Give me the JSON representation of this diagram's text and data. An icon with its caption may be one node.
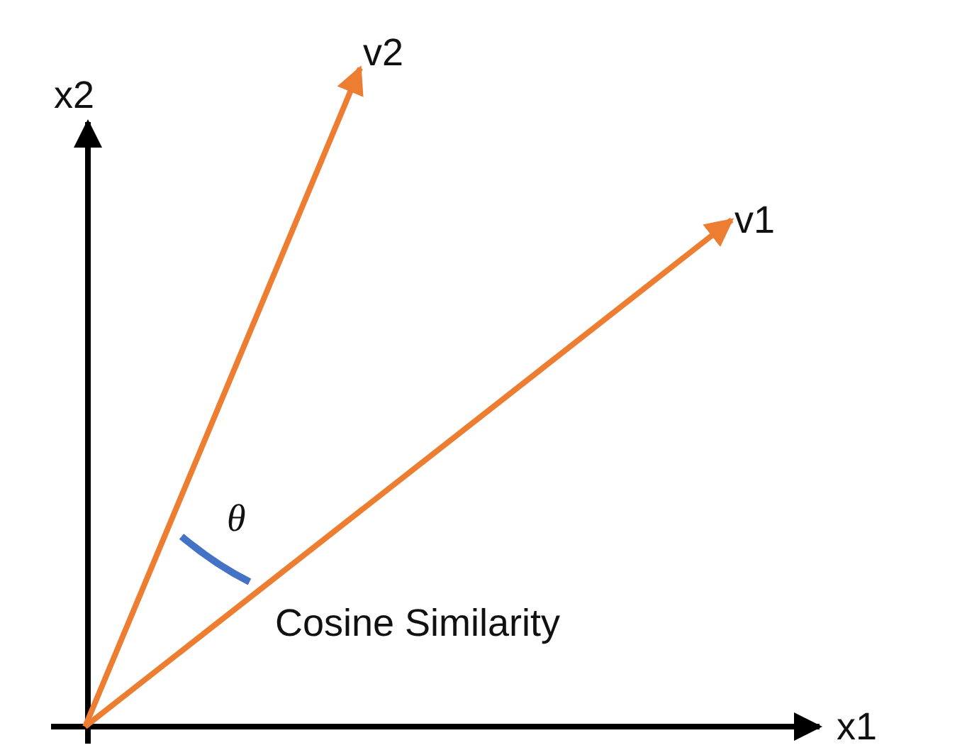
{
  "diagram": {
    "nodes": [
      {
        "text": [
          "v2"
        ]
      },
      {
        "text": [
          "v1"
        ]
      }
    ],
    "edges": [
      {
        "from": null,
        "to": 0,
        "arrow": "to"
      },
      {
        "from": null,
        "to": 1,
        "arrow": "to"
      }
    ],
    "labels": [
      "x2",
      "θ",
      "Cosine Similarity",
      "x1"
    ]
  }
}
